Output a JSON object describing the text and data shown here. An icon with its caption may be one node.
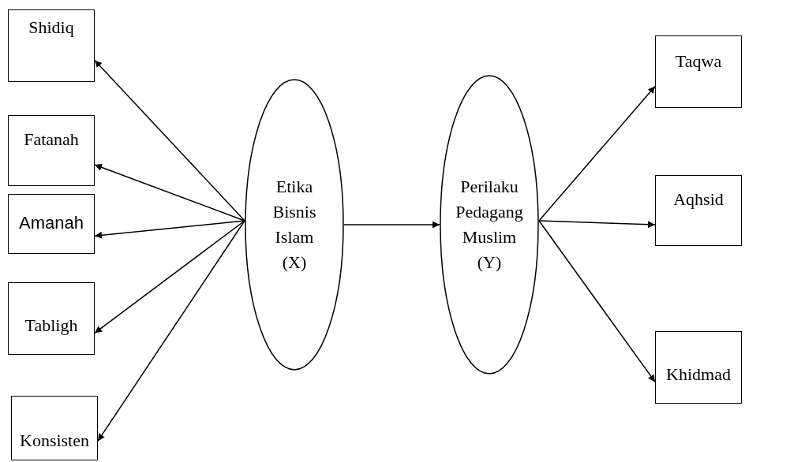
{
  "diagram": {
    "nodes": [
      {
        "text": [
          "Shidiq"
        ]
      },
      {
        "text": [
          "Fatanah"
        ]
      },
      {
        "text": [
          "Amanah"
        ]
      },
      {
        "text": [
          "Tabligh"
        ]
      },
      {
        "text": [
          "Konsisten"
        ]
      },
      {
        "text": [
          "Etika Bisnis Islam (X)"
        ]
      },
      {
        "text": [
          "Perilaku Pedagang Muslim (Y)"
        ]
      },
      {
        "text": [
          "Taqwa"
        ]
      },
      {
        "text": [
          "Aqhsid"
        ]
      },
      {
        "text": [
          "Khidmad"
        ]
      }
    ],
    "edges": [
      {
        "from": 5,
        "to": 0,
        "arrow": "to"
      },
      {
        "from": 5,
        "to": 1,
        "arrow": "to"
      },
      {
        "from": 5,
        "to": 2,
        "arrow": "to"
      },
      {
        "from": 5,
        "to": 3,
        "arrow": "to"
      },
      {
        "from": 5,
        "to": 4,
        "arrow": "to"
      },
      {
        "from": 5,
        "to": 6,
        "arrow": "to"
      },
      {
        "from": 6,
        "to": 7,
        "arrow": "to"
      },
      {
        "from": 6,
        "to": 8,
        "arrow": "to"
      },
      {
        "from": 6,
        "to": 9,
        "arrow": "to"
      }
    ]
  }
}
